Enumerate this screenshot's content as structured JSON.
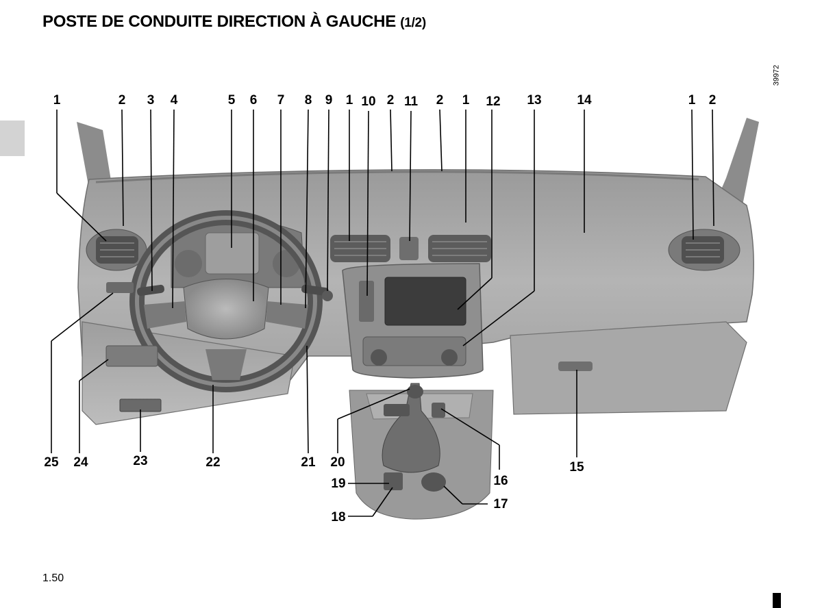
{
  "page": {
    "title": "POSTE DE CONDUITE DIRECTION À GAUCHE",
    "title_suffix": "(1/2)",
    "image_ref": "39972",
    "page_number": "1.50"
  },
  "labels": {
    "top": [
      "1",
      "2",
      "3",
      "4",
      "5",
      "6",
      "7",
      "8",
      "9",
      "1",
      "10",
      "2",
      "11",
      "2",
      "1",
      "12",
      "13",
      "14",
      "1",
      "2"
    ],
    "bottom": [
      "25",
      "24",
      "23",
      "22",
      "21",
      "20",
      "16",
      "15",
      "19",
      "17",
      "18"
    ]
  }
}
